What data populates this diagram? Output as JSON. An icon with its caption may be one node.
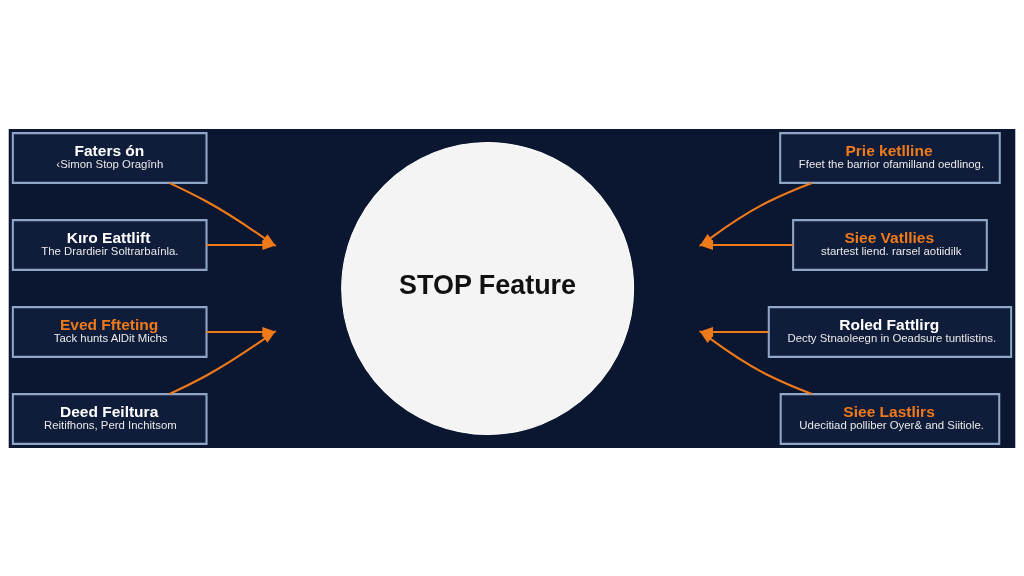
{
  "diagram": {
    "nodes": [
      {
        "text": [
          "STOP Feature"
        ]
      },
      {
        "text": [
          "Faters ón",
          "‹Simon Stop Oragînh"
        ]
      },
      {
        "text": [
          "Kıro Eattlift",
          "The Drardieir Soltrarbaínla."
        ]
      },
      {
        "text": [
          "Eved Ffteting",
          "Tack hunts AlDit Michs"
        ]
      },
      {
        "text": [
          "Deed Feiltura",
          "Reitifhons, Perd Inchitsom"
        ]
      },
      {
        "text": [
          "Prie ketlline",
          "Ffeet the barrior ofamilland oedlinog."
        ]
      },
      {
        "text": [
          "Siee Vatllies",
          "startest liend. rarsel aotiidilk"
        ]
      },
      {
        "text": [
          "Roled Fattlirg",
          "Decty Stnaoleegn in Oeadsure tuntlistins."
        ]
      },
      {
        "text": [
          "Siee Lastlirs",
          "Udecitiad polliber Oyer& and Siitiole."
        ]
      }
    ],
    "edges": [
      {
        "from": 1,
        "to": null,
        "arrow": "to"
      },
      {
        "from": 2,
        "to": null,
        "arrow": "to"
      },
      {
        "from": 3,
        "to": null,
        "arrow": "to"
      },
      {
        "from": 4,
        "to": null,
        "arrow": "to"
      },
      {
        "from": 5,
        "to": null,
        "arrow": "to"
      },
      {
        "from": 6,
        "to": null,
        "arrow": "to"
      },
      {
        "from": 7,
        "to": null,
        "arrow": "to"
      },
      {
        "from": 8,
        "to": null,
        "arrow": "to"
      }
    ]
  }
}
